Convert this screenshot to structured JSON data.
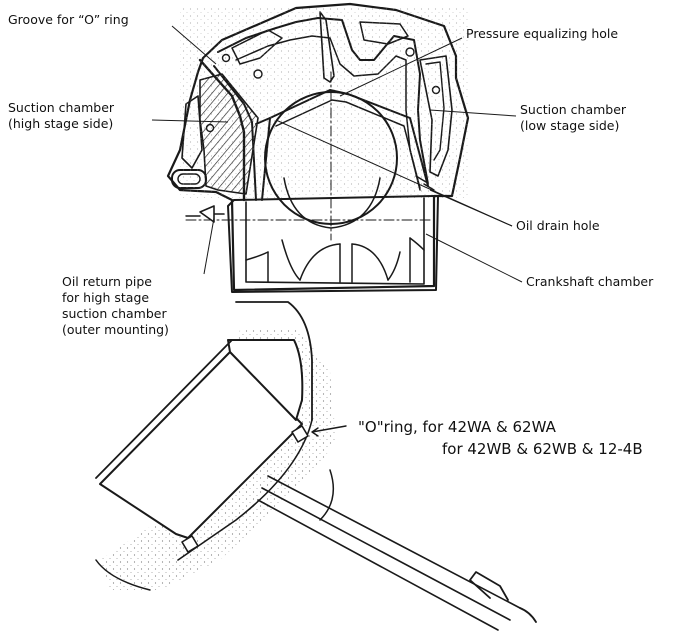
{
  "diagram": {
    "labels": {
      "groove": "Groove for “O” ring",
      "pressure_hole": "Pressure equalizing hole",
      "suction_high_1": "Suction chamber",
      "suction_high_2": "(high stage side)",
      "suction_low_1": "Suction chamber",
      "suction_low_2": "(low stage side)",
      "oil_drain": "Oil drain hole",
      "crankshaft": "Crankshaft chamber",
      "oil_return_1": "Oil return pipe",
      "oil_return_2": "for high stage",
      "oil_return_3": "suction chamber",
      "oil_return_4": "(outer mounting)",
      "oring_1": "\"O\"ring, for 42WA & 62WA",
      "oring_2": "for 42WB & 62WB & 12-4B"
    }
  }
}
